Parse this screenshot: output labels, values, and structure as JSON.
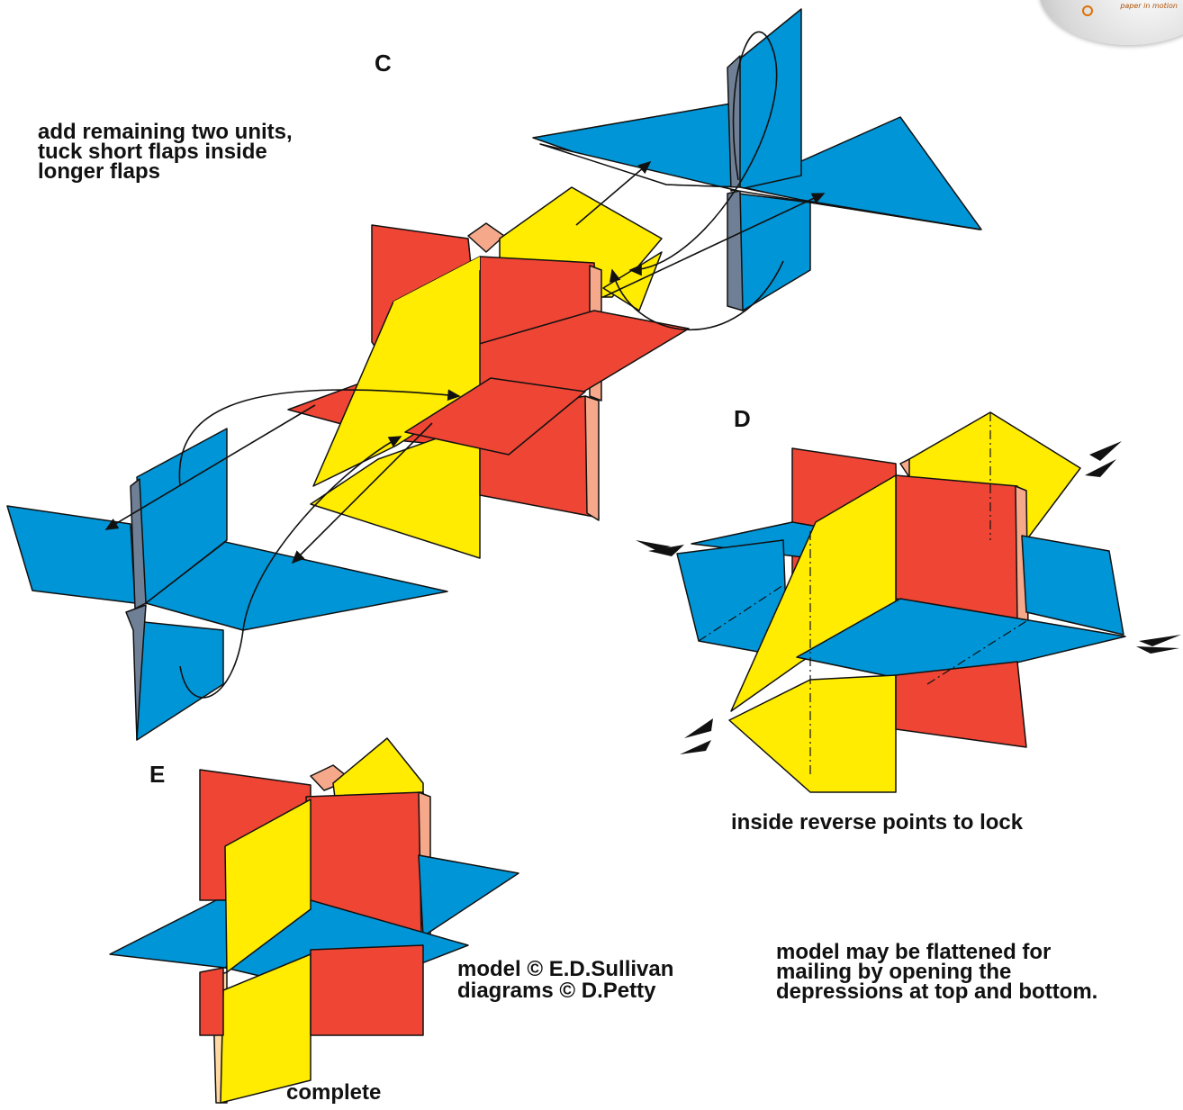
{
  "steps": {
    "c": {
      "letter": "C",
      "instruction": "add remaining two units,\ntuck short flaps inside\nlonger flaps"
    },
    "d": {
      "letter": "D",
      "instruction": "inside reverse points to lock"
    },
    "e": {
      "letter": "E",
      "caption": "complete"
    }
  },
  "credits": {
    "model": "model © E.D.Sullivan",
    "diagrams": "diagrams © D.Petty"
  },
  "mailing_note": "model may be flattened for\nmailing by opening the\ndepressions at top and bottom.",
  "logo": {
    "text": "paper in motion"
  },
  "colors": {
    "blue": "#0095d6",
    "red": "#ee4535",
    "yellow": "#ffec00",
    "salmon": "#f6a88a",
    "cream": "#ffd9a0",
    "grey": "#6f7f95"
  }
}
